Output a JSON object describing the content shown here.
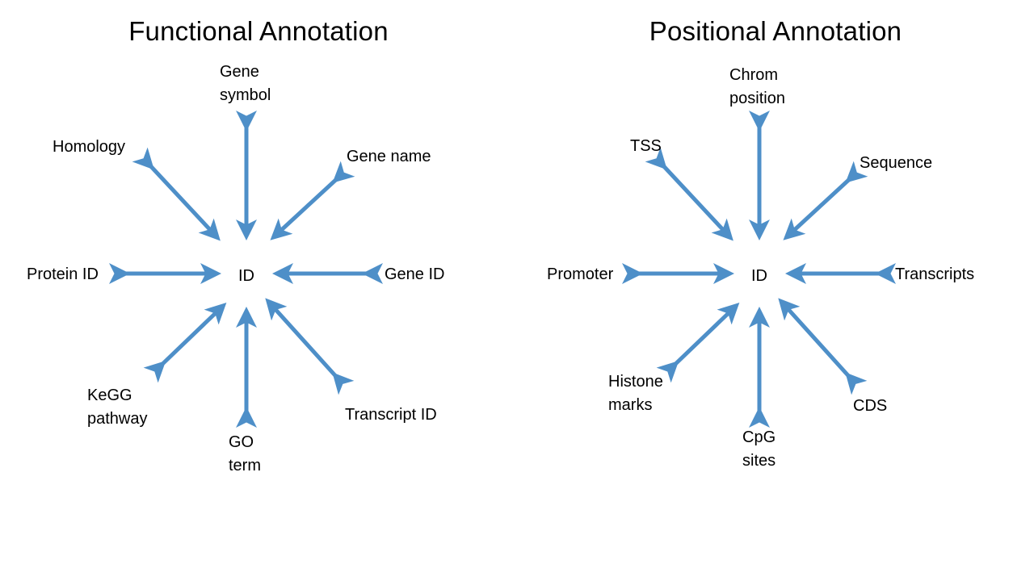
{
  "figure": {
    "background_color": "#ffffff",
    "arrow_color": "#4E8FC8",
    "text_color": "#000000"
  },
  "panels": [
    {
      "id": "functional",
      "title": "Functional Annotation",
      "center": {
        "label": "ID"
      },
      "nodes": [
        {
          "key": "gene-symbol",
          "label": "Gene\nsymbol",
          "direction": "up"
        },
        {
          "key": "homology",
          "label": "Homology",
          "direction": "up-left"
        },
        {
          "key": "gene-name",
          "label": "Gene name",
          "direction": "up-right"
        },
        {
          "key": "protein-id",
          "label": "Protein ID",
          "direction": "left"
        },
        {
          "key": "gene-id",
          "label": "Gene ID",
          "direction": "right"
        },
        {
          "key": "kegg-pathway",
          "label": "KeGG\npathway",
          "direction": "down-left"
        },
        {
          "key": "go-term",
          "label": "GO\nterm",
          "direction": "down"
        },
        {
          "key": "transcript-id",
          "label": "Transcript ID",
          "direction": "down-right"
        }
      ]
    },
    {
      "id": "positional",
      "title": "Positional Annotation",
      "center": {
        "label": "ID"
      },
      "nodes": [
        {
          "key": "chrom-position",
          "label": "Chrom\nposition",
          "direction": "up"
        },
        {
          "key": "tss",
          "label": "TSS",
          "direction": "up-left"
        },
        {
          "key": "sequence",
          "label": "Sequence",
          "direction": "up-right"
        },
        {
          "key": "promoter",
          "label": "Promoter",
          "direction": "left"
        },
        {
          "key": "transcripts",
          "label": "Transcripts",
          "direction": "right"
        },
        {
          "key": "histone-marks",
          "label": "Histone\nmarks",
          "direction": "down-left"
        },
        {
          "key": "cpg-sites",
          "label": "CpG\nsites",
          "direction": "down"
        },
        {
          "key": "cds",
          "label": "CDS",
          "direction": "down-right"
        }
      ]
    }
  ]
}
